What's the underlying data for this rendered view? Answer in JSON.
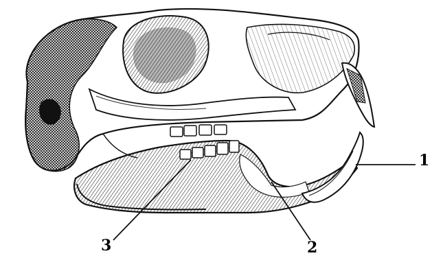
{
  "diagram": {
    "labels": [
      {
        "id": "1",
        "text": "1"
      },
      {
        "id": "2",
        "text": "2"
      },
      {
        "id": "3",
        "text": "3"
      }
    ],
    "colors": {
      "ink": "#111111",
      "background": "#ffffff",
      "shade": "#4a4a4a"
    }
  }
}
